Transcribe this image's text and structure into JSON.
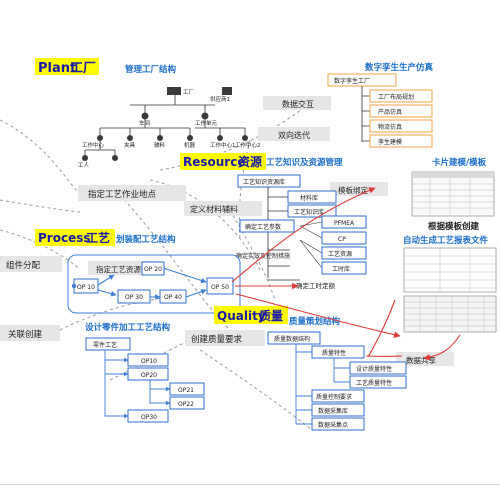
{
  "headlines": {
    "plant": {
      "en": "Plant",
      "cn": "工厂"
    },
    "resource": {
      "en": "Resource",
      "cn": "资源"
    },
    "process": {
      "en": "Process",
      "cn": "工艺"
    },
    "quality": {
      "en": "Quality",
      "cn": "质量"
    }
  },
  "titles": {
    "plant_structure": "管理工厂结构",
    "digital_twin": "数字孪生生产仿真",
    "knowledge_resource": "工艺知识及资源管理",
    "card_template": "卡片建模/模板",
    "by_template": "根据模板创建",
    "auto_generate": "自动生成工艺报表文件",
    "plan_assembly": "划装配工艺结构",
    "part_process": "设计零件加工工艺结构",
    "quality_plan": "质量策划结构"
  },
  "gray_labels": {
    "data_exchange": "数据交互",
    "bidirectional": "双向迭代",
    "assign_location": "指定工艺作业地点",
    "define_material": "定义材料辅料",
    "component_alloc": "组件分配",
    "relation_create": "关联创建",
    "assign_resource": "指定工艺资源",
    "template_bind": "模板绑定",
    "create_quality_req": "创建质量要求",
    "data_share": "数据共享"
  },
  "plant_tree": {
    "root": "工厂",
    "supplier": "供应商1",
    "workshop": "车间",
    "work_unit": "工作单元",
    "work_center": "工作中心",
    "fixture": "夹具",
    "auxiliary": "辅料",
    "machine": "机器",
    "operator": "工人",
    "wc1": "工作中心1",
    "wc2": "工作中心2"
  },
  "twin_tree": {
    "root": "数字孪生工厂",
    "items": [
      "工厂布局规划",
      "产品仿真",
      "物流仿真",
      "孪生建模"
    ]
  },
  "knowledge_tree": {
    "root": "工艺知识资源库",
    "items": [
      "材料库",
      "工艺知识库",
      "确定工艺参数",
      "PFMEA",
      "CP",
      "工艺资源",
      "工时库"
    ]
  },
  "knowledge_notes": {
    "confirm_plan": "确定实效及控制措施",
    "confirm_time": "确定工时定额"
  },
  "ops": {
    "op10": "OP 10",
    "op20": "OP 20",
    "op30": "OP 30",
    "op40": "OP 40",
    "op50": "OP 50"
  },
  "part_tree": {
    "root": "零件工艺",
    "items": [
      "OP10",
      "OP20",
      "OP21",
      "OP22",
      "OP30"
    ]
  },
  "quality_tree": {
    "root": "质量数据结构",
    "items": [
      "质量特性",
      "设计质量特性",
      "工艺质量特性",
      "质量控制要求",
      "数据采集库",
      "数据采集点"
    ]
  },
  "colors": {
    "headline": "#1a1aa8",
    "highlight": "#fffb00",
    "title": "#1a6fc9",
    "flow": "#3d7fd6",
    "red": "#e03a3a",
    "gray_box": "#e6e6e6",
    "box_border": "#2d6fc9",
    "twin_border": "#f0a34a"
  }
}
